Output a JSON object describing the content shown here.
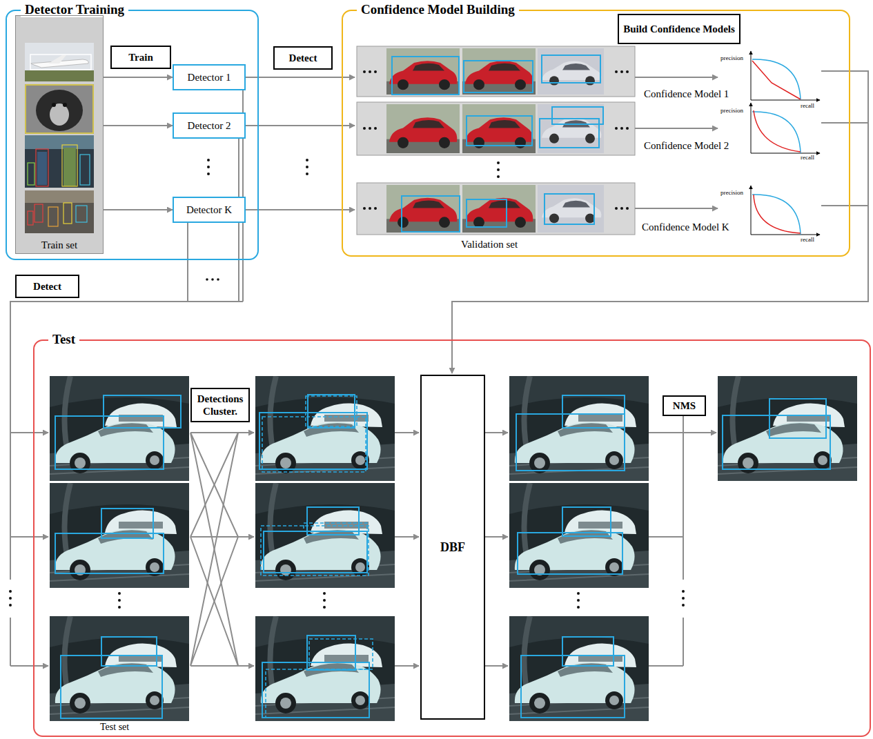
{
  "diagram": {
    "nodes": [
      {
        "text": [
          "Detector Training"
        ]
      },
      {
        "text": [
          "Train set"
        ],
        "in": 0
      },
      {
        "text": [
          "Train"
        ],
        "in": 0
      },
      {
        "text": [
          "Detector 1"
        ],
        "in": 0
      },
      {
        "text": [
          "Detector 2"
        ],
        "in": 0
      },
      {
        "text": [
          "Detector K"
        ],
        "in": 0
      },
      {
        "text": [
          "Detect"
        ]
      },
      {
        "text": [
          "Confidence Model Building"
        ]
      },
      {
        "text": [
          "Build Confidence Models"
        ],
        "in": 7
      },
      {
        "text": [
          "Detect"
        ]
      },
      {
        "text": [
          "Test"
        ]
      },
      {
        "text": [
          "Detections Cluster."
        ],
        "in": 10
      },
      {
        "text": [
          "DBF"
        ],
        "in": 10
      },
      {
        "text": [
          "NMS"
        ],
        "in": 10
      }
    ],
    "edges": [
      {
        "from": 1,
        "to": 3,
        "arrow": "to"
      },
      {
        "from": 1,
        "to": 4,
        "arrow": "to"
      },
      {
        "from": 1,
        "to": 5,
        "arrow": "to"
      }
    ],
    "labels": [
      "Validation set",
      "Confidence Model 1",
      "precision",
      "recall",
      "Confidence Model 2",
      "precision",
      "recall",
      "Confidence Model K",
      "precision",
      "recall",
      "Test set"
    ]
  }
}
